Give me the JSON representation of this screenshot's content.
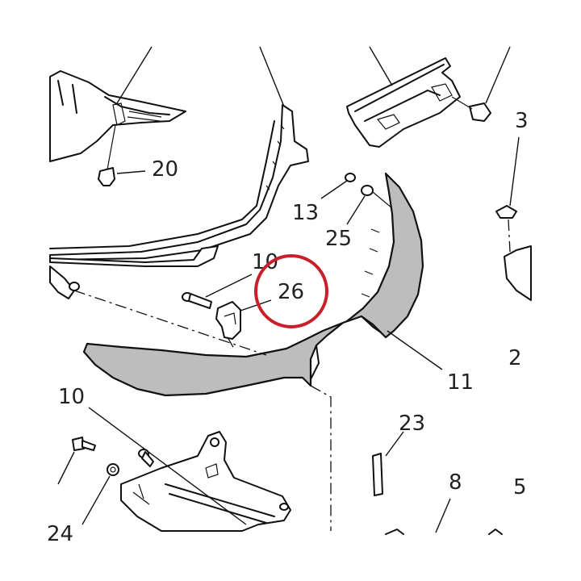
{
  "diagram": {
    "highlight_color": "#c8202a",
    "part_fill_color": "#bdbdbd",
    "callouts": {
      "c20": "20",
      "c3": "3",
      "c13": "13",
      "c25": "25",
      "c10a": "10",
      "c26": "26",
      "c2": "2",
      "c11": "11",
      "c10b": "10",
      "c23": "23",
      "c8": "8",
      "c5": "5",
      "c24": "24"
    }
  }
}
